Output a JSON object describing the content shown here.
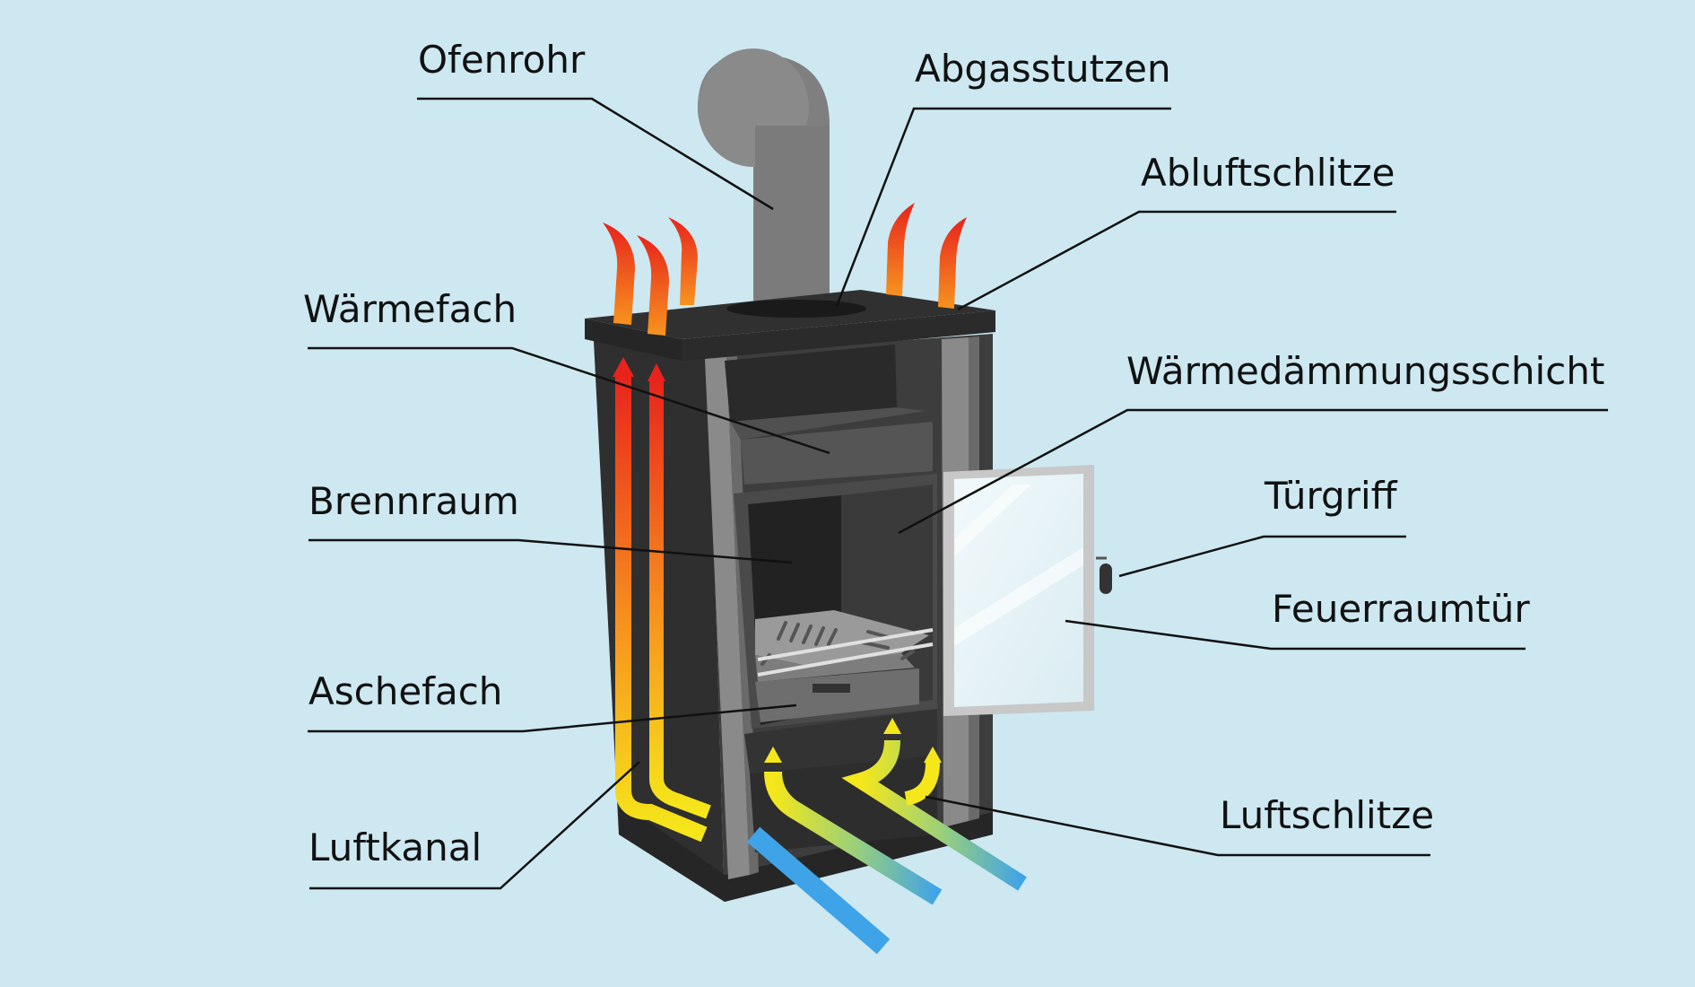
{
  "diagram": {
    "labels": {
      "ofenrohr": "Ofenrohr",
      "abgasstutzen": "Abgasstutzen",
      "abluftschlitze": "Abluftschlitze",
      "waermefach": "Wärmefach",
      "waermedaemmungsschicht": "Wärmedämmungsschicht",
      "brennraum": "Brennraum",
      "tuergriff": "Türgriff",
      "feuerraumtuer": "Feuerraumtür",
      "aschefach": "Aschefach",
      "luftschlitze": "Luftschlitze",
      "luftkanal": "Luftkanal"
    },
    "colors": {
      "background": "#cde8f1",
      "stove_body": "#3a3a3a",
      "stove_top": "#2b2b2b",
      "pipe": "#7f7f7f",
      "insulation": "#8a8a8a",
      "hot_air": "#e8231c",
      "warm_air": "#f7931e",
      "intake_air": "#f5e71a",
      "cold_air": "#3fa3e8",
      "door_glass": "#e4f2f7",
      "leader_line": "#111111"
    }
  }
}
